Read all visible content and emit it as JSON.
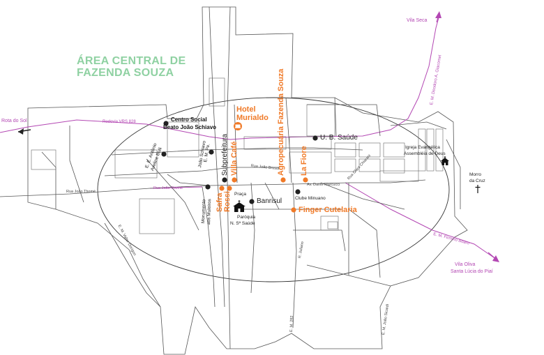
{
  "title": {
    "line1": "ÁREA CENTRAL DE",
    "line2": "FAZENDA SOUZA"
  },
  "roads": {
    "rodovia": "Rodovia VRS 828",
    "rota_do_sol": "Rota do Sol",
    "vila_seca": "Vila Seca",
    "vila_oliva": "Vila Oliva",
    "santa_lucia": "Santa Lúcia do Piaí",
    "em_deodoro": "E. M. Deodoro A. Giacomel",
    "em_firmino": "E. M. Firmino Boaro",
    "em_valter": "E. M. Valter Dorigon",
    "em_282": "E. M. 282",
    "em_joao_sicardi": "E. M. João Sicardi"
  },
  "streets": {
    "joao_thome_left": "Rua João Thomé",
    "joao_thome_mid": "Rua João Thomé",
    "joao_brusol": "Rua João Brusol",
    "dante_marcucci": "Av. Dante Marcucci",
    "rua_clara": "Rua Clara Chiarani",
    "rua_juliano": "R. Juliano"
  },
  "places": {
    "centro_social_1": "Centro Social",
    "centro_social_2": "Beato João Schiavo",
    "ee_antonio_1": "E. E. Antônio",
    "ee_antonio_2": "Aveline Bolli",
    "em_pe_1": "E. M. Pe.",
    "em_pe_2": "João Schiavo",
    "monumento_1": "Monumento",
    "monumento_2": "aos Muleiros",
    "subprefeitura": "Subprefeitura",
    "praca": "Praça",
    "banrisul": "Banrisul",
    "paroquia_1": "Paróquia",
    "paroquia_2": "N. Sª Saúde",
    "ubs": "U. B. Saúde",
    "clube": "Clube Minuano",
    "igreja_1": "Igreja Evangélica",
    "igreja_2": "Assembléia de Deus",
    "morro_1": "Morro",
    "morro_2": "da Cruz"
  },
  "highlights": {
    "hotel_1": "Hotel",
    "hotel_2": "Murialdo",
    "agro": "Agropecuária Fazenda Souza",
    "la_fiore": "La Fiore",
    "vila_cafe": "Villa Café",
    "safra_1": "Safra",
    "safra_2": "Rossi",
    "finger": "Finger Cutelaria"
  },
  "icons": {
    "church": "church-icon",
    "hotel": "hotel-icon",
    "cross": "cross-icon",
    "arrow_left": "arrow-left-icon",
    "arrow_up_right": "arrow-up-right-icon",
    "arrow_down_right": "arrow-down-right-icon"
  },
  "colors": {
    "orange": "#f07a28",
    "road": "#b347b3",
    "title": "#8fd1a2",
    "dot": "#222222"
  }
}
